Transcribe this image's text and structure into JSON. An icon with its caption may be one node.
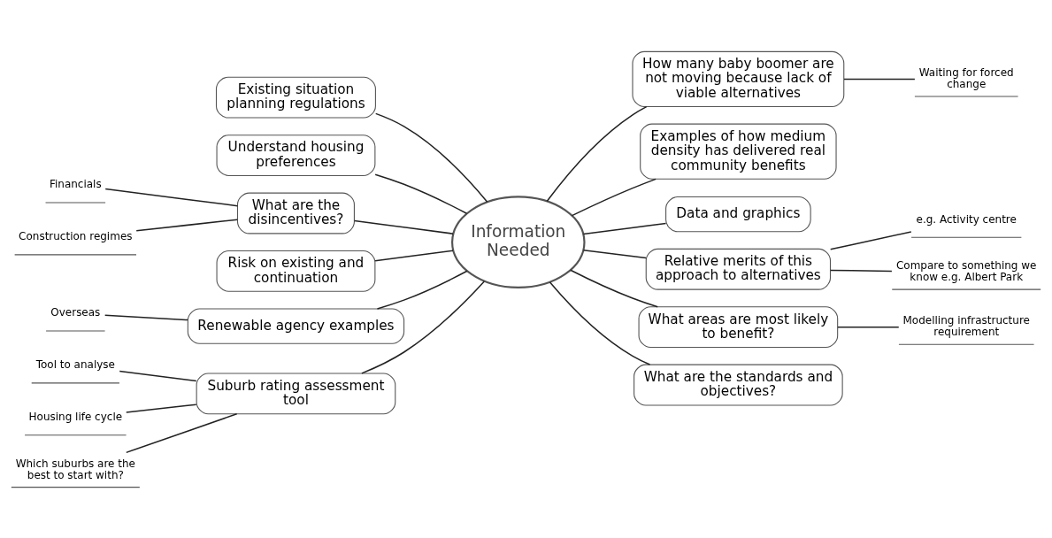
{
  "diagram": {
    "nodes": [
      {
        "text": [
          "Information Needed"
        ]
      },
      {
        "text": [
          "Existing situation planning regulations"
        ]
      },
      {
        "text": [
          "Understand housing preferences"
        ]
      },
      {
        "text": [
          "What are the disincentives?"
        ]
      },
      {
        "text": [
          "Financials"
        ]
      },
      {
        "text": [
          "Construction regimes"
        ]
      },
      {
        "text": [
          "Risk on existing and continuation"
        ]
      },
      {
        "text": [
          "Renewable agency examples"
        ]
      },
      {
        "text": [
          "Overseas"
        ]
      },
      {
        "text": [
          "Suburb rating assessment tool"
        ]
      },
      {
        "text": [
          "Tool to analyse"
        ]
      },
      {
        "text": [
          "Housing life cycle"
        ]
      },
      {
        "text": [
          "Which suburbs are the best to start with?"
        ]
      },
      {
        "text": [
          "How many baby boomer are not moving because lack of viable alternatives"
        ]
      },
      {
        "text": [
          "Waiting for forced change"
        ]
      },
      {
        "text": [
          "Examples of how medium density has delivered real community benefits"
        ]
      },
      {
        "text": [
          "Data and graphics"
        ]
      },
      {
        "text": [
          "Relative merits of this approach to alternatives"
        ]
      },
      {
        "text": [
          "e.g. Activity centre"
        ]
      },
      {
        "text": [
          "Compare to something we know e.g. Albert Park"
        ]
      },
      {
        "text": [
          "What areas are most likely to benefit?"
        ]
      },
      {
        "text": [
          "Modelling infrastructure requirement"
        ]
      },
      {
        "text": [
          "What are the standards and objectives?"
        ]
      }
    ],
    "edges": [
      {
        "from": 1,
        "to": 0,
        "arrow": "none"
      },
      {
        "from": 2,
        "to": 0,
        "arrow": "none"
      },
      {
        "from": 3,
        "to": 0,
        "arrow": "none"
      },
      {
        "from": 4,
        "to": 3,
        "arrow": "none"
      },
      {
        "from": 5,
        "to": 3,
        "arrow": "none"
      },
      {
        "from": 6,
        "to": 0,
        "arrow": "none"
      },
      {
        "from": 7,
        "to": 0,
        "arrow": "none"
      },
      {
        "from": 8,
        "to": 7,
        "arrow": "none"
      },
      {
        "from": 9,
        "to": 0,
        "arrow": "none"
      },
      {
        "from": 10,
        "to": 9,
        "arrow": "none"
      },
      {
        "from": 11,
        "to": 9,
        "arrow": "none"
      },
      {
        "from": 12,
        "to": 9,
        "arrow": "none"
      },
      {
        "from": 0,
        "to": 13,
        "arrow": "none"
      },
      {
        "from": 13,
        "to": 14,
        "arrow": "none"
      },
      {
        "from": 0,
        "to": 15,
        "arrow": "none"
      },
      {
        "from": 0,
        "to": 16,
        "arrow": "none"
      },
      {
        "from": 0,
        "to": 17,
        "arrow": "none"
      },
      {
        "from": 17,
        "to": 18,
        "arrow": "none"
      },
      {
        "from": 17,
        "to": 19,
        "arrow": "none"
      },
      {
        "from": 0,
        "to": 20,
        "arrow": "none"
      },
      {
        "from": 20,
        "to": 21,
        "arrow": "none"
      },
      {
        "from": 0,
        "to": 22,
        "arrow": "none"
      }
    ]
  }
}
